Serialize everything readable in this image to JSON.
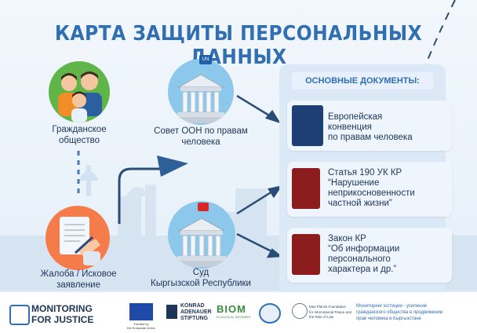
{
  "title": "КАРТА ЗАЩИТЫ ПЕРСОНАЛЬНЫХ ДАННЫХ",
  "nodes": {
    "civil_society": "Гражданское\nобщество",
    "un_council": "Совет ООН по правам\nчеловека",
    "complaint": "Жалоба / Исковое\nзаявление",
    "court": "Суд\nКыргызской Республики"
  },
  "un_badge": "UN",
  "documents": {
    "header": "ОСНОВНЫЕ ДОКУМЕНТЫ:",
    "items": [
      {
        "text": "Европейская\nконвенция\nпо правам человека"
      },
      {
        "text": "Статья 190 УК КР\n“Нарушение\nнеприкосновенности\nчастной жизни”"
      },
      {
        "text": "Закон КР\n“Об информации\nперсонального\nхарактера и др.”"
      }
    ]
  },
  "footer": {
    "m4j_line1": "MONITORING",
    "m4j_line2": "FOR JUSTICE",
    "eu_caption": "Funded by\nthe European Union",
    "kas_line1": "KONRAD",
    "kas_line2": "ADENAUER",
    "kas_line3": "STIFTUNG",
    "biom": "BIOM",
    "biom_sub": "ECOLOGICAL MOVEMENT",
    "mpf_line1": "Max Planck Foundation",
    "mpf_line2": "for International Peace and",
    "mpf_line3": "the Rule of Law",
    "tagline": "Мониторинг юстиции - усиление\nгражданского общества в продвижении\nправ человека в Кыргызстане"
  }
}
